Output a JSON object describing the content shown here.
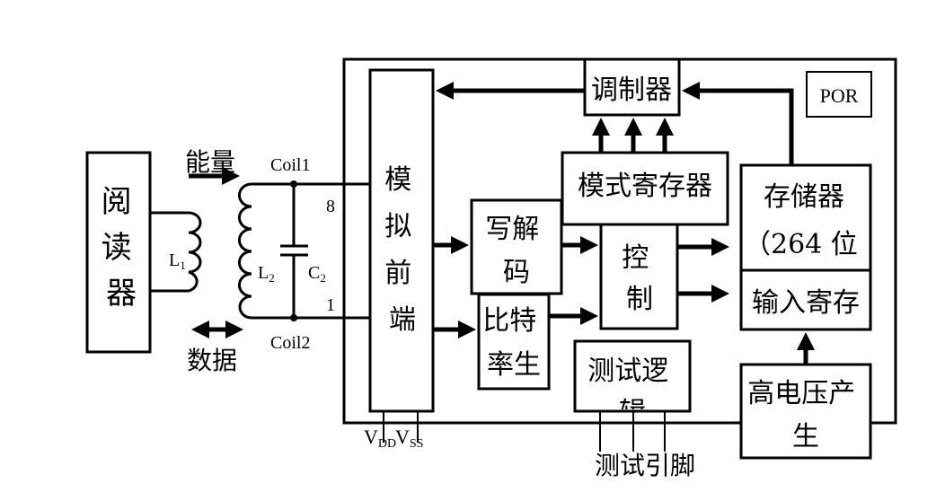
{
  "reader": {
    "label": "阅读器"
  },
  "coil": {
    "energy": "能量",
    "data": "数据",
    "L1": "L",
    "L1_sub": "1",
    "L2": "L",
    "L2_sub": "2",
    "C2": "C",
    "C2_sub": "2",
    "coil1": "Coil1",
    "coil2": "Coil2",
    "pin8": "8",
    "pin1": "1"
  },
  "chip": {
    "analog_front_end": "模拟前端",
    "modulator": "调制器",
    "por": "POR",
    "mode_register": "模式寄存器",
    "write_decode_line1": "写解",
    "write_decode_line2": "码",
    "bitrate_line1": "比特",
    "bitrate_line2": "率生",
    "control_line1": "控",
    "control_line2": "制",
    "memory_line1": "存储器",
    "memory_line2": "（264 位",
    "input_register": "输入寄存",
    "test_logic_line1": "测试逻",
    "test_logic_line2": "辑",
    "hv_gen_line1": "高电压产",
    "hv_gen_line2": "生"
  },
  "pins": {
    "vdd": "V",
    "vdd_sub": "DD",
    "vss": "V",
    "vss_sub": "SS",
    "test_pins": "测试引脚"
  }
}
